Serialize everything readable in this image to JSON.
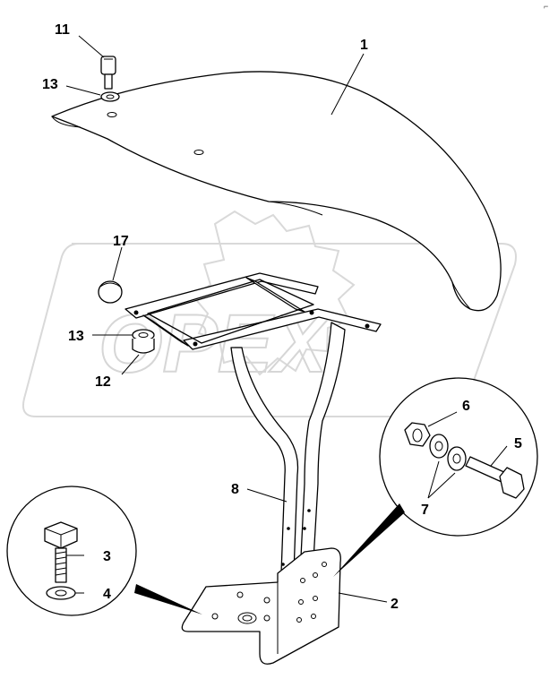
{
  "diagram": {
    "watermark_text": "OPEX",
    "corner_mark": "⌐",
    "callouts": {
      "fender": "1",
      "bracket": "2",
      "bolt_detail": "3",
      "washer_detail": "4",
      "bolt_right": "5",
      "nut_right": "6",
      "washers_right": "7",
      "support_arm": "8",
      "screw_top": "11",
      "washer_top": "13",
      "washer_mid": "13",
      "bushing": "12",
      "cap": "17"
    }
  }
}
